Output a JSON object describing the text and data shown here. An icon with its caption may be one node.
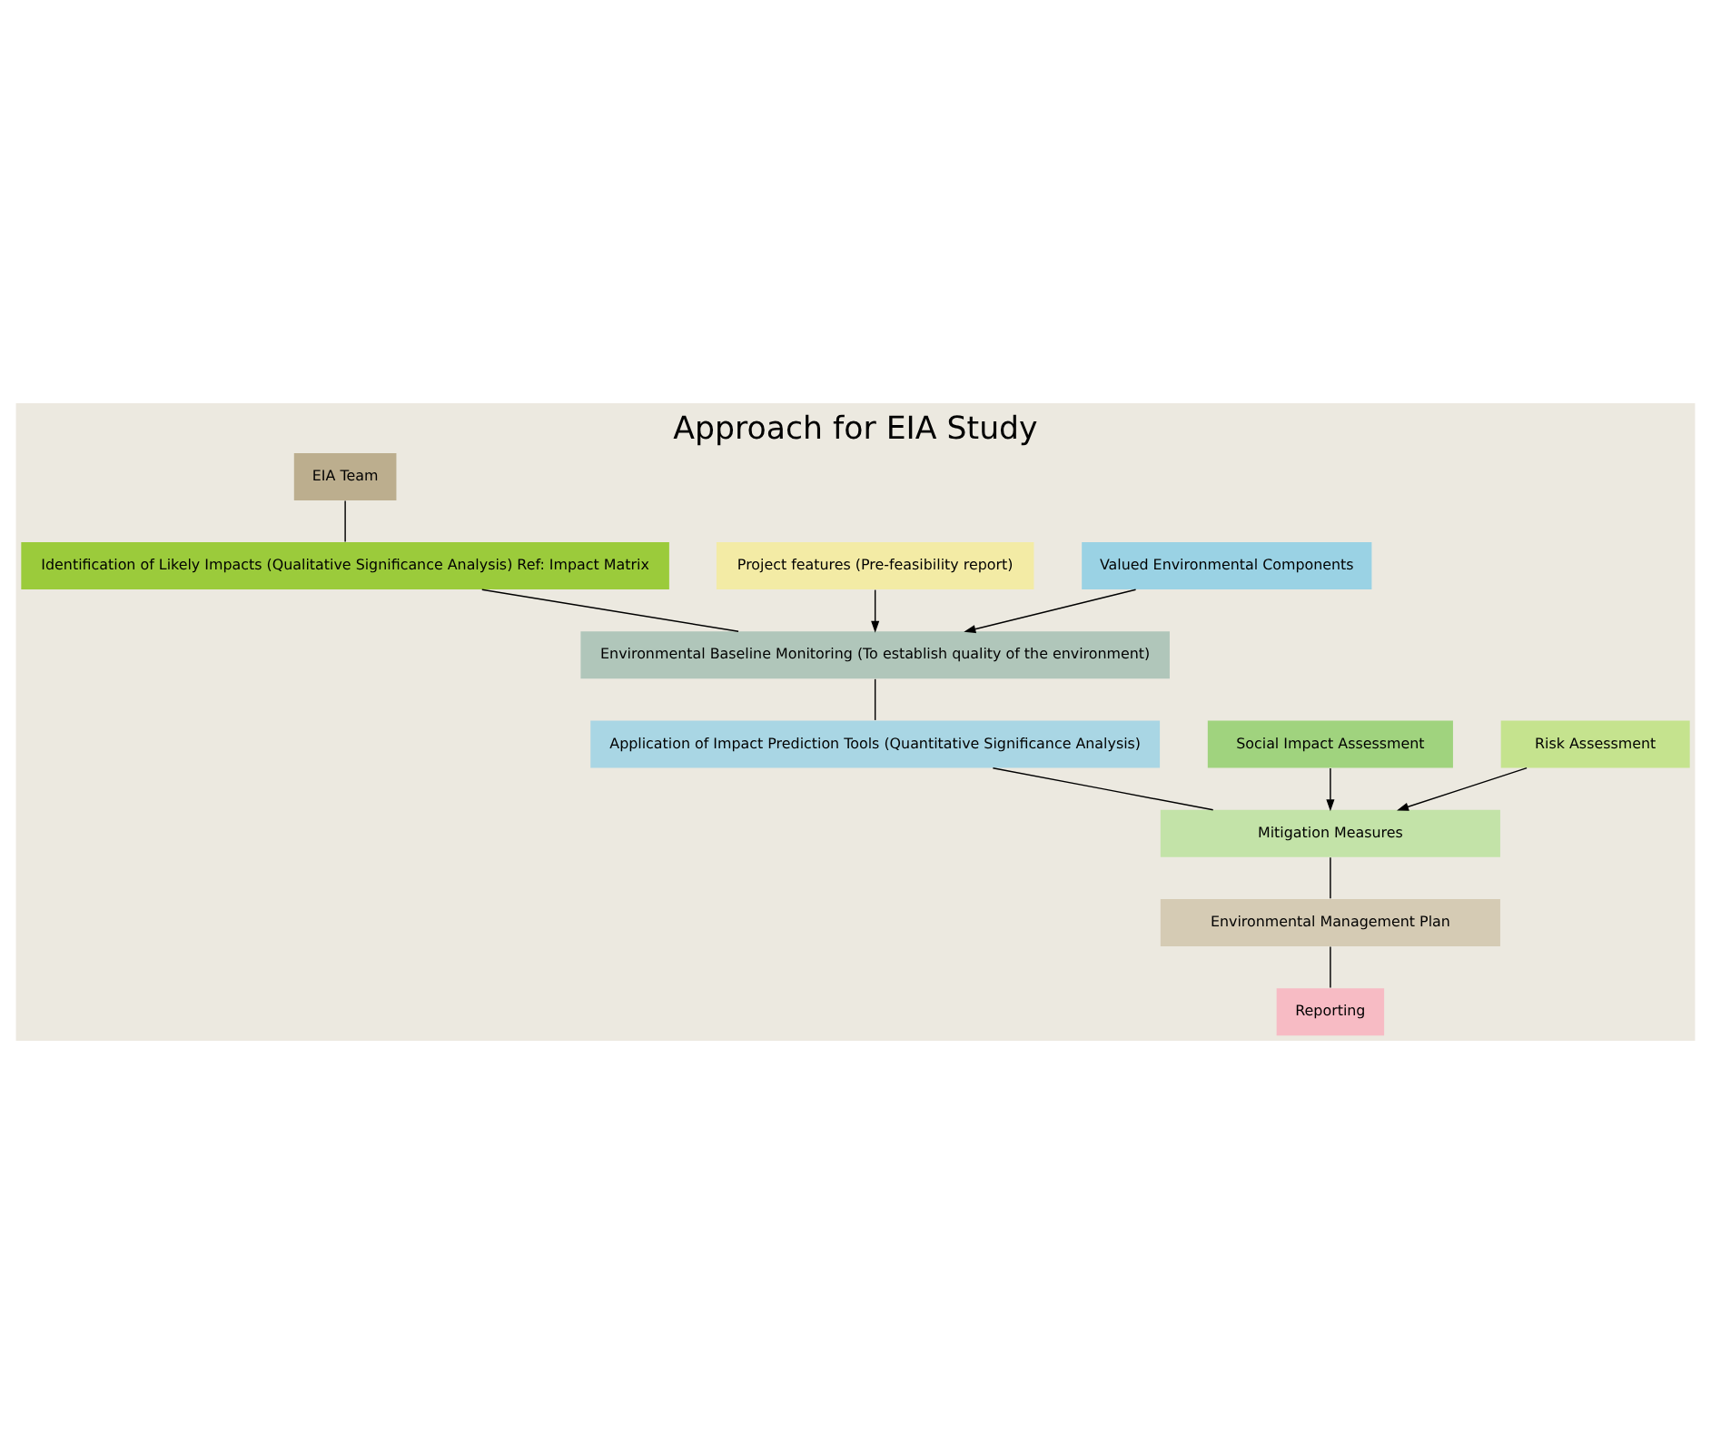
{
  "diagram": {
    "title": "Approach for EIA Study",
    "nodes": [
      {
        "text": [
          "EIA Team"
        ]
      },
      {
        "text": [
          "Project features (Pre-feasibility report)"
        ]
      },
      {
        "text": [
          "Identification of Likely Impacts (Qualitative Significance Analysis) Ref: Impact Matrix"
        ]
      },
      {
        "text": [
          "Valued Environmental Components"
        ]
      },
      {
        "text": [
          "Environmental Baseline Monitoring (To establish quality of the environment)"
        ]
      },
      {
        "text": [
          "Social Impact Assessment"
        ]
      },
      {
        "text": [
          "Application of Impact Prediction Tools (Quantitative Significance Analysis)"
        ]
      },
      {
        "text": [
          "Risk Assessment"
        ]
      },
      {
        "text": [
          "Mitigation Measures"
        ]
      },
      {
        "text": [
          "Environmental Management Plan"
        ]
      },
      {
        "text": [
          "Reporting"
        ]
      }
    ],
    "edges": [
      {
        "from": 0,
        "to": 2,
        "arrow": "none"
      },
      {
        "from": 2,
        "to": 4,
        "arrow": "none"
      },
      {
        "from": 1,
        "to": 4,
        "arrow": "to"
      },
      {
        "from": 3,
        "to": 4,
        "arrow": "to"
      },
      {
        "from": 4,
        "to": 6,
        "arrow": "none"
      },
      {
        "from": 6,
        "to": 8,
        "arrow": "none"
      },
      {
        "from": 5,
        "to": 8,
        "arrow": "to"
      },
      {
        "from": 7,
        "to": 8,
        "arrow": "to"
      },
      {
        "from": 8,
        "to": 9,
        "arrow": "none"
      },
      {
        "from": 9,
        "to": 10,
        "arrow": "none"
      }
    ]
  }
}
